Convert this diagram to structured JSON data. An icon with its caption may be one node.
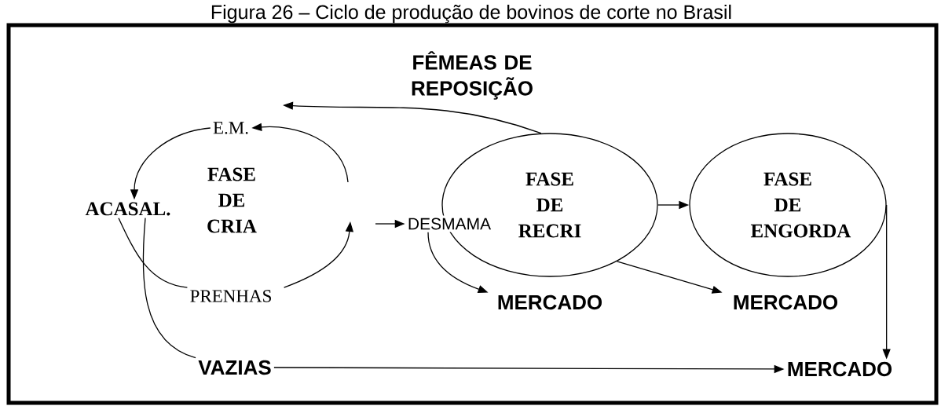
{
  "diagram": {
    "title": "Figura 26 – Ciclo de produção de bovinos de corte no Brasil",
    "nodes": [
      {
        "text": [
          "E.M."
        ]
      },
      {
        "text": [
          "ACASAL."
        ]
      },
      {
        "text": [
          "PRENHAS"
        ]
      },
      {
        "text": [
          "DESMAMA"
        ]
      },
      {
        "text": [
          "FASE DE RECRI"
        ]
      },
      {
        "text": [
          "FASE DE ENGORDA"
        ]
      },
      {
        "text": [
          "MERCADO"
        ]
      },
      {
        "text": [
          "MERCADO"
        ]
      },
      {
        "text": [
          "VAZIAS"
        ]
      },
      {
        "text": [
          "MERCADO"
        ]
      }
    ],
    "edges": [
      {
        "from": 0,
        "to": 1,
        "arrow": "to"
      },
      {
        "from": 1,
        "to": 2,
        "arrow": "none"
      },
      {
        "from": 2,
        "to": null,
        "arrow": "to"
      },
      {
        "from": null,
        "to": 0,
        "arrow": "to"
      },
      {
        "from": null,
        "to": 3,
        "arrow": "to"
      },
      {
        "from": 4,
        "to": null,
        "arrow": "to",
        "label": "FÊMEAS DE REPOSIÇÃO"
      },
      {
        "from": 4,
        "to": 5,
        "arrow": "to"
      },
      {
        "from": 3,
        "to": 6,
        "arrow": "to"
      },
      {
        "from": 4,
        "to": 7,
        "arrow": "to"
      },
      {
        "from": 5,
        "to": 9,
        "arrow": "to"
      },
      {
        "from": 1,
        "to": 8,
        "arrow": "none"
      },
      {
        "from": 8,
        "to": 9,
        "arrow": "to"
      }
    ],
    "labels": [
      "FASE DE CRIA"
    ]
  }
}
